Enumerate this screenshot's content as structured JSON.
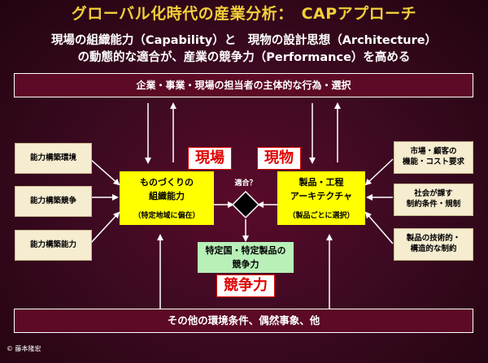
{
  "title": "グローバル化時代の産業分析：　CAPアプローチ",
  "subtitle_line1": "現場の組織能力（Capability）と　現物の設計思想（Architecture）",
  "subtitle_line2": "の動態的な適合が、産業の競争力（Performance）を高める",
  "top_band": "企業・事業・現場の担当者の主体的な行為・選択",
  "bottom_band": "その他の環境条件、偶然事象、他",
  "left_factors": [
    "能力構築環境",
    "能力構築競争",
    "能力構築能力"
  ],
  "right_factors": [
    {
      "line1": "市場・顧客の",
      "line2": "機能・コスト要求"
    },
    {
      "line1": "社会が課す",
      "line2": "制約条件・規制"
    },
    {
      "line1": "製品の技術的・",
      "line2": "構造的な制約"
    }
  ],
  "capability_box": {
    "line1": "ものづくりの",
    "line2": "組織能力",
    "note": "（特定地域に偏在）"
  },
  "architecture_box": {
    "line1": "製品・工程",
    "line2": "アーキテクチャ",
    "note": "（製品ごとに選択）"
  },
  "performance_box": {
    "line1": "特定国・特定製品の",
    "line2": "競争力"
  },
  "fit_label": "適合？",
  "label_genba": "現場",
  "label_genbutsu": "現物",
  "label_kyousouryoku": "競争力",
  "copyright": "© 藤本隆宏",
  "colors": {
    "title": "#f2cf3a",
    "capability": "#ffff00",
    "performance": "#b8f0b8",
    "highlight_text": "#e00000"
  }
}
